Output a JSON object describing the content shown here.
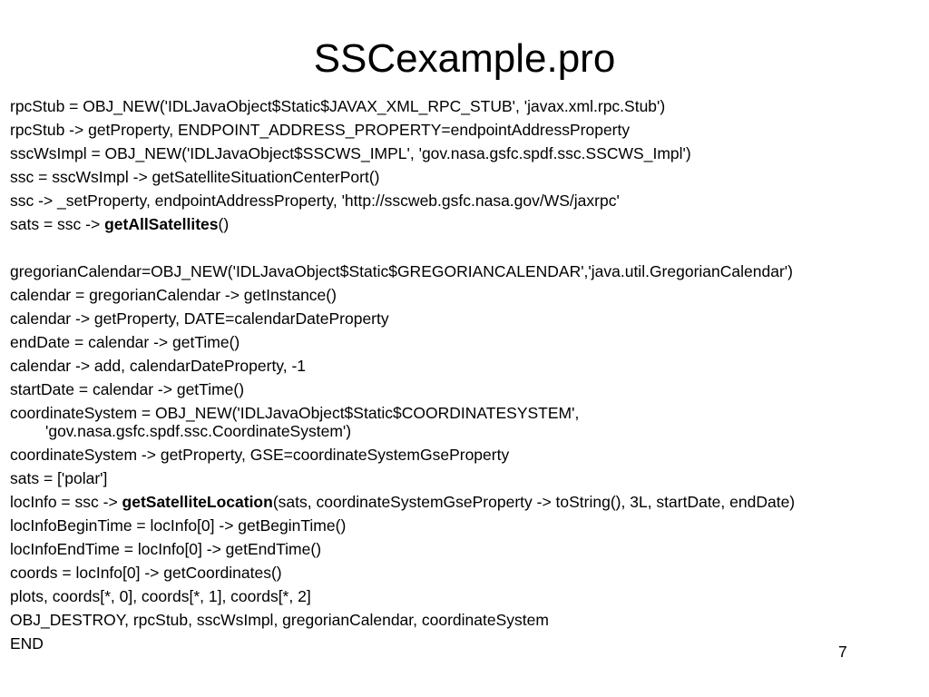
{
  "slide": {
    "title": "SSCexample.pro",
    "number": "7"
  },
  "code": {
    "l1": "rpcStub = OBJ_NEW('IDLJavaObject$Static$JAVAX_XML_RPC_STUB', 'javax.xml.rpc.Stub')",
    "l2": "rpcStub -> getProperty, ENDPOINT_ADDRESS_PROPERTY=endpointAddressProperty",
    "l3": "sscWsImpl = OBJ_NEW('IDLJavaObject$SSCWS_IMPL', 'gov.nasa.gsfc.spdf.ssc.SSCWS_Impl')",
    "l4": "ssc = sscWsImpl -> getSatelliteSituationCenterPort()",
    "l5": "ssc -> _setProperty, endpointAddressProperty, 'http://sscweb.gsfc.nasa.gov/WS/jaxrpc'",
    "l6_pre": "sats = ssc -> ",
    "l6_bold": "getAllSatellites",
    "l6_post": "()",
    "l7": "gregorianCalendar=OBJ_NEW('IDLJavaObject$Static$GREGORIANCALENDAR','java.util.GregorianCalendar')",
    "l8": "calendar = gregorianCalendar -> getInstance()",
    "l9": "calendar -> getProperty, DATE=calendarDateProperty",
    "l10": "endDate = calendar -> getTime()",
    "l11": "calendar -> add, calendarDateProperty, -1",
    "l12": "startDate = calendar -> getTime()",
    "l13a": "coordinateSystem = OBJ_NEW('IDLJavaObject$Static$COORDINATESYSTEM',",
    "l13b": "'gov.nasa.gsfc.spdf.ssc.CoordinateSystem')",
    "l14": "coordinateSystem -> getProperty, GSE=coordinateSystemGseProperty",
    "l15": "sats = ['polar']",
    "l16_pre": "locInfo = ssc -> ",
    "l16_bold": "getSatelliteLocation",
    "l16_post": "(sats, coordinateSystemGseProperty -> toString(), 3L, startDate, endDate)",
    "l17": "locInfoBeginTime = locInfo[0] -> getBeginTime()",
    "l18": "locInfoEndTime = locInfo[0] -> getEndTime()",
    "l19": "coords = locInfo[0] -> getCoordinates()",
    "l20": "plots, coords[*, 0], coords[*, 1], coords[*, 2]",
    "l21": "OBJ_DESTROY, rpcStub, sscWsImpl, gregorianCalendar, coordinateSystem",
    "l22": "END"
  }
}
